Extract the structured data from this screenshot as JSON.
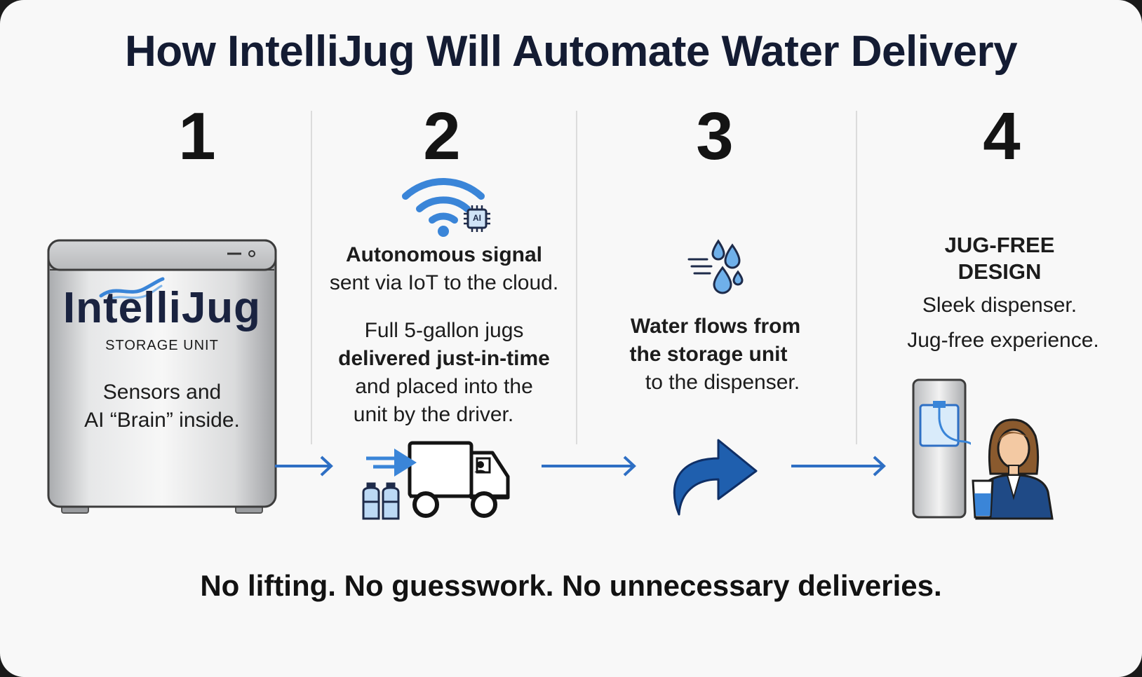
{
  "title": "How IntelliJug Will Automate Water Delivery",
  "steps": [
    {
      "number": "1",
      "brand": "IntelliJug",
      "unit_label": "STORAGE UNIT",
      "text_line1": "Sensors and",
      "text_line2": "AI “Brain” inside."
    },
    {
      "number": "2",
      "chip_label": "AI",
      "heading": "Autonomous signal",
      "line1": "sent via IoT to the cloud.",
      "line2": "Full 5-gallon jugs",
      "line3": "delivered just-in-time",
      "line4": "and placed into the",
      "line5": "unit by the driver."
    },
    {
      "number": "3",
      "heading1": "Water flows from",
      "heading2": "the storage unit",
      "line1": "to the dispenser."
    },
    {
      "number": "4",
      "heading1": "JUG-FREE",
      "heading2": "DESIGN",
      "line1": "Sleek dispenser.",
      "line2": "Jug-free experience."
    }
  ],
  "tagline": "No lifting. No guesswork. No unnecessary deliveries.",
  "colors": {
    "accent": "#2e6fc4",
    "dark_navy": "#141c33",
    "icon_blue": "#3a85d8"
  },
  "icons": [
    "wifi-icon",
    "ai-chip-icon",
    "delivery-truck-icon",
    "water-jug-icon",
    "water-drops-icon",
    "curved-arrow-icon",
    "water-dispenser-icon",
    "woman-avatar-icon",
    "arrow-right-icon"
  ]
}
